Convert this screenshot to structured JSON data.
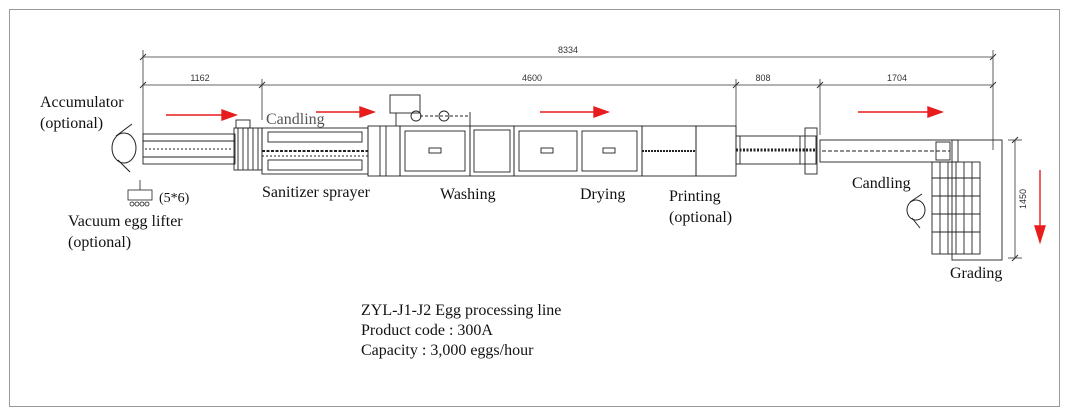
{
  "dimensions": {
    "total": "8334",
    "seg_accumulator": "1162",
    "seg_main": "4600",
    "seg_transfer": "808",
    "seg_grading": "1704",
    "height": "1450"
  },
  "labels": {
    "accumulator": "Accumulator",
    "accumulator_opt": "(optional)",
    "vacuum_lifter": "Vacuum egg lifter",
    "vacuum_lifter_opt": "(optional)",
    "lifter_count": "(5*6)",
    "candling_1": "Candling",
    "sanitizer": "Sanitizer sprayer",
    "washing": "Washing",
    "drying": "Drying",
    "printing": "Printing",
    "printing_opt": "(optional)",
    "candling_2": "Candling",
    "grading": "Grading"
  },
  "info": {
    "line_name": "ZYL-J1-J2 Egg processing line",
    "product_code": "Product code : 300A",
    "capacity": "Capacity : 3,000 eggs/hour"
  },
  "colors": {
    "arrow": "#e81c1c",
    "line": "#222222",
    "frame": "#9a9a9a"
  }
}
